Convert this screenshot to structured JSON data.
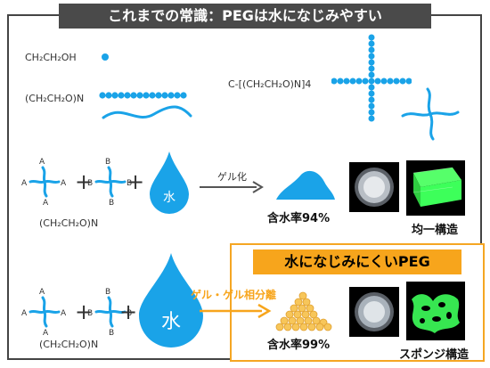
{
  "title": "これまでの常識：PEGは水になじみやすい",
  "subtitle_box": "水になじみにくいPEG",
  "chem": {
    "small": "CH₂CH₂OH",
    "linear": "(CH₂CH₂O)N",
    "star": "C-[(CH₂CH₂O)N]4",
    "row2_formula": "(CH₂CH₂O)N",
    "row3_formula": "(CH₂CH₂O)N"
  },
  "symbols": {
    "plus": "+",
    "water": "水",
    "A": "A",
    "B": "B"
  },
  "arrows": {
    "gel": "ゲル化",
    "phase_sep": "ゲル・ゲル相分離"
  },
  "results": {
    "content_94": "含水率94%",
    "content_99": "含水率99%",
    "uniform": "均一構造",
    "sponge": "スポンジ構造"
  },
  "colors": {
    "blue": "#1aa3e8",
    "orange": "#f7a51c",
    "dark": "#4a4a4a",
    "green": "#3dff5a"
  }
}
